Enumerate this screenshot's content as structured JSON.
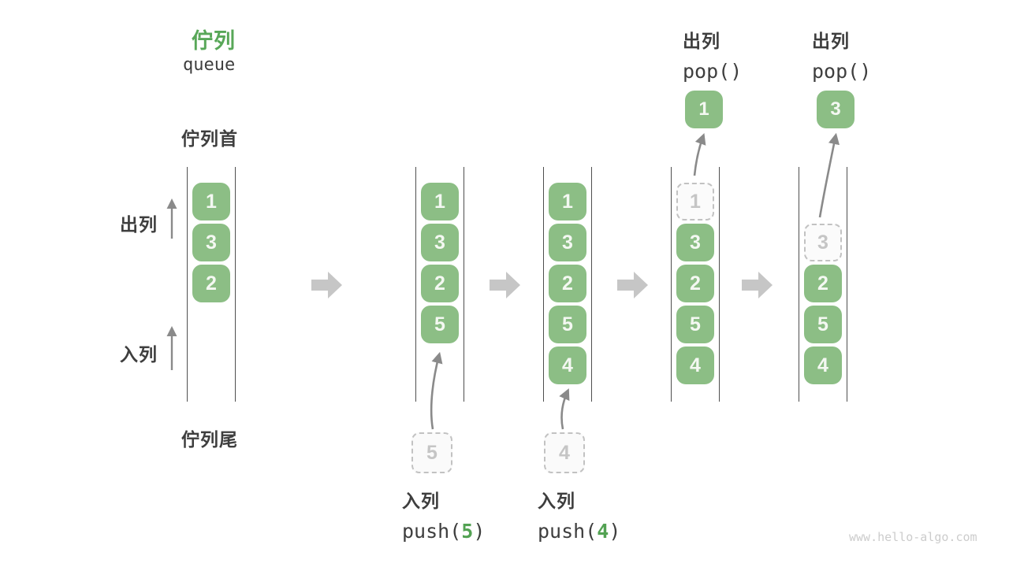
{
  "title": {
    "zh": "佇列",
    "en": "queue"
  },
  "side_labels": {
    "front": "佇列首",
    "rear": "佇列尾",
    "dequeue": "出列",
    "enqueue": "入列"
  },
  "watermark": "www.hello-algo.com",
  "colors": {
    "cell_green": "#8CBE85",
    "title_green": "#58A758",
    "accent_green": "#53A253",
    "dark_text": "#3E3E3E",
    "block_arrow_gray": "#C6C6C6",
    "thin_arrow_gray": "#8A8A8A",
    "dashed_gray": "#C2C2C2"
  },
  "states": [
    {
      "name": "state-initial",
      "cells": [
        {
          "v": "1",
          "style": "solid"
        },
        {
          "v": "3",
          "style": "solid"
        },
        {
          "v": "2",
          "style": "solid"
        }
      ]
    },
    {
      "name": "state-after-push-5",
      "cells": [
        {
          "v": "1",
          "style": "solid"
        },
        {
          "v": "3",
          "style": "solid"
        },
        {
          "v": "2",
          "style": "solid"
        },
        {
          "v": "5",
          "style": "solid"
        }
      ],
      "staging_value": "5",
      "op": {
        "label": "入列",
        "code_pre": "push(",
        "code_arg": "5",
        "code_post": ")"
      }
    },
    {
      "name": "state-after-push-4",
      "cells": [
        {
          "v": "1",
          "style": "solid"
        },
        {
          "v": "3",
          "style": "solid"
        },
        {
          "v": "2",
          "style": "solid"
        },
        {
          "v": "5",
          "style": "solid"
        },
        {
          "v": "4",
          "style": "solid"
        }
      ],
      "staging_value": "4",
      "op": {
        "label": "入列",
        "code_pre": "push(",
        "code_arg": "4",
        "code_post": ")"
      }
    },
    {
      "name": "state-after-pop-1",
      "cells": [
        {
          "v": "1",
          "style": "dashed"
        },
        {
          "v": "3",
          "style": "solid"
        },
        {
          "v": "2",
          "style": "solid"
        },
        {
          "v": "5",
          "style": "solid"
        },
        {
          "v": "4",
          "style": "solid"
        }
      ],
      "popped_value": "1",
      "op": {
        "label": "出列",
        "code_pre": "pop()",
        "code_arg": "",
        "code_post": ""
      }
    },
    {
      "name": "state-after-pop-3",
      "cells": [
        {
          "style": "empty"
        },
        {
          "v": "3",
          "style": "dashed"
        },
        {
          "v": "2",
          "style": "solid"
        },
        {
          "v": "5",
          "style": "solid"
        },
        {
          "v": "4",
          "style": "solid"
        }
      ],
      "popped_value": "3",
      "op": {
        "label": "出列",
        "code_pre": "pop()",
        "code_arg": "",
        "code_post": ""
      }
    }
  ]
}
